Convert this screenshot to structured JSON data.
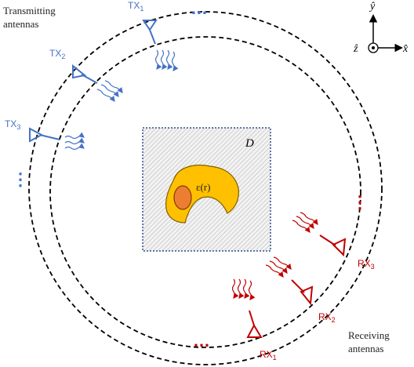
{
  "labels": {
    "transmitting_line1": "Transmitting",
    "transmitting_line2": "antennas",
    "receiving_line1": "Receiving",
    "receiving_line2": "antennas",
    "domain": "D",
    "permittivity": "ε(r)",
    "ellipsis": "…",
    "vertical_ellipsis": "⋮"
  },
  "axes": {
    "y": "ŷ",
    "x": "x̂",
    "z": "ẑ"
  },
  "transmitters": [
    "TX",
    "TX",
    "TX"
  ],
  "tx_subscripts": [
    "1",
    "2",
    "3"
  ],
  "receivers": [
    "RX",
    "RX",
    "RX"
  ],
  "rx_subscripts": [
    "1",
    "2",
    "3"
  ],
  "colors": {
    "tx": "#4472c4",
    "rx": "#c00000",
    "scatterer": "#ffc000",
    "inclusion": "#ed7d31",
    "domain_border": "#2f4f8f"
  }
}
